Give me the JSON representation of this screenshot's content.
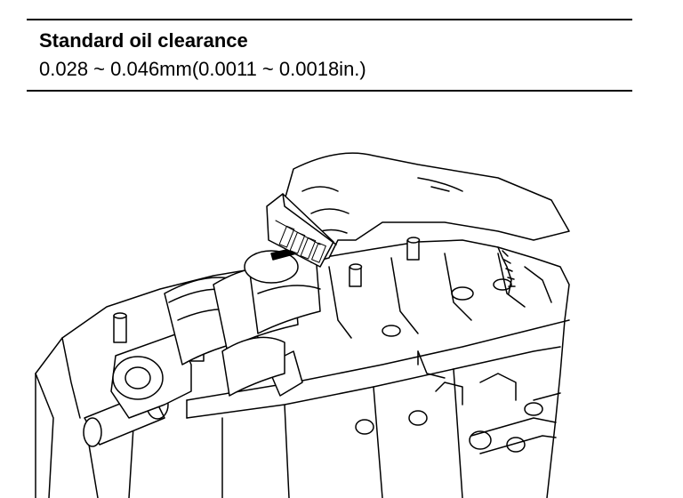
{
  "spec": {
    "title": "Standard oil clearance",
    "value": "0.028 ~ 0.046mm(0.0011 ~ 0.0018in.)"
  },
  "illustration": {
    "subject": "engine-block-crankshaft-plastigage-measurement-line-drawing",
    "colors": {
      "ink": "#000000",
      "paper": "#ffffff"
    }
  }
}
